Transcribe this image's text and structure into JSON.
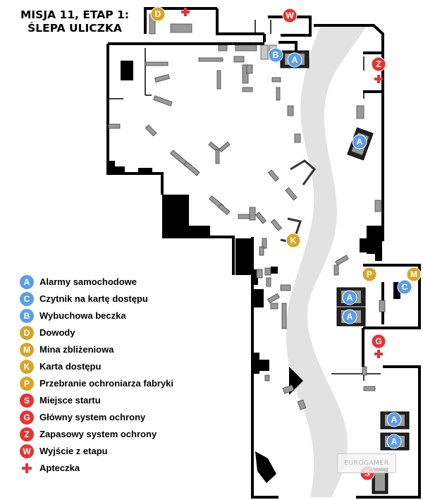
{
  "title": {
    "line1": "MISJA 11, ETAP 1:",
    "line2": "ŚLEPA ULICZKA"
  },
  "colors": {
    "blue": "#5b9ee6",
    "gold": "#d4a628",
    "red": "#e43434",
    "river": "#e2e2e2",
    "obstacle": "#9a9a9a",
    "wall": "#000000"
  },
  "legend": [
    {
      "key": "A",
      "label": "Alarmy samochodowe",
      "color": "blue"
    },
    {
      "key": "C",
      "label": "Czytnik na kartę dostępu",
      "color": "blue"
    },
    {
      "key": "B",
      "label": "Wybuchowa beczka",
      "color": "blue"
    },
    {
      "key": "D",
      "label": "Dowody",
      "color": "gold"
    },
    {
      "key": "M",
      "label": "Mina zbliżeniowa",
      "color": "gold"
    },
    {
      "key": "K",
      "label": "Karta dostępu",
      "color": "gold"
    },
    {
      "key": "P",
      "label": "Przebranie ochroniarza fabryki",
      "color": "gold"
    },
    {
      "key": "S",
      "label": "Miejsce startu",
      "color": "red"
    },
    {
      "key": "G",
      "label": "Główny system ochrony",
      "color": "red"
    },
    {
      "key": "Z",
      "label": "Zapasowy system ochrony",
      "color": "red"
    },
    {
      "key": "W",
      "label": "Wyjście z etapu",
      "color": "red"
    },
    {
      "key": "+",
      "label": "Apteczka",
      "color": "red",
      "icon": "medkit-icon"
    }
  ],
  "markers": [
    {
      "key": "D",
      "color": "gold"
    },
    {
      "key": "W",
      "color": "red"
    },
    {
      "key": "B",
      "color": "blue"
    },
    {
      "key": "A",
      "color": "blue"
    },
    {
      "key": "Z",
      "color": "red"
    },
    {
      "key": "A",
      "color": "blue"
    },
    {
      "key": "K",
      "color": "gold"
    },
    {
      "key": "P",
      "color": "gold"
    },
    {
      "key": "M",
      "color": "gold"
    },
    {
      "key": "C",
      "color": "blue"
    },
    {
      "key": "A",
      "color": "blue"
    },
    {
      "key": "A",
      "color": "blue"
    },
    {
      "key": "G",
      "color": "red"
    },
    {
      "key": "A",
      "color": "blue"
    },
    {
      "key": "A",
      "color": "blue"
    },
    {
      "key": "S",
      "color": "red"
    }
  ],
  "watermark": "EUROGAMER"
}
